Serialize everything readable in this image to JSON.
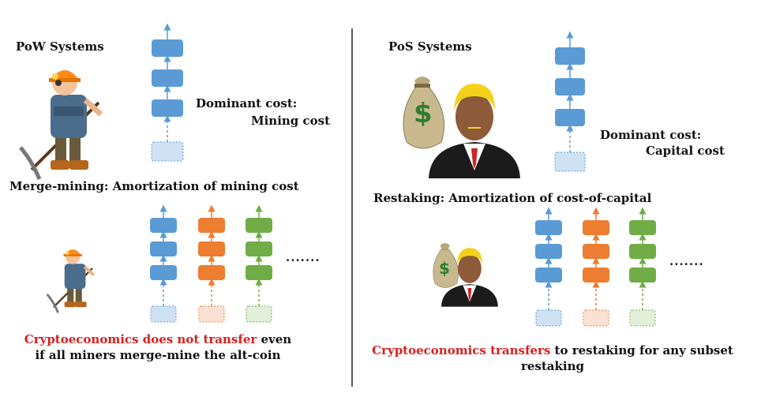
{
  "left": {
    "heading": "PoW Systems",
    "cost_label": "Dominant cost:",
    "cost_value": "Mining cost",
    "merge_title": "Merge-mining: Amortization of mining cost",
    "ellipsis": ".......",
    "caption_red": "Cryptoeconomics does not transfer",
    "caption_rest_line1": " even",
    "caption_line2": "if all miners merge-mine the alt-coin",
    "miner_icon": "miner-figure"
  },
  "right": {
    "heading": "PoS Systems",
    "cost_label": "Dominant cost:",
    "cost_value": "Capital cost",
    "restake_title": "Restaking: Amortization of cost-of-capital",
    "ellipsis": ".......",
    "caption_red": "Cryptoeconomics transfers",
    "caption_rest_line1": " to restaking for any subset",
    "caption_line2": "restaking",
    "money_symbol": "$",
    "capitalist_icon": "businessman-with-money-bag"
  },
  "colors": {
    "blue": "#5b9bd5",
    "orange": "#ed7d31",
    "green": "#70ad47",
    "divider": "#222222",
    "red_text": "#d62020",
    "money_green": "#2e7d32"
  }
}
